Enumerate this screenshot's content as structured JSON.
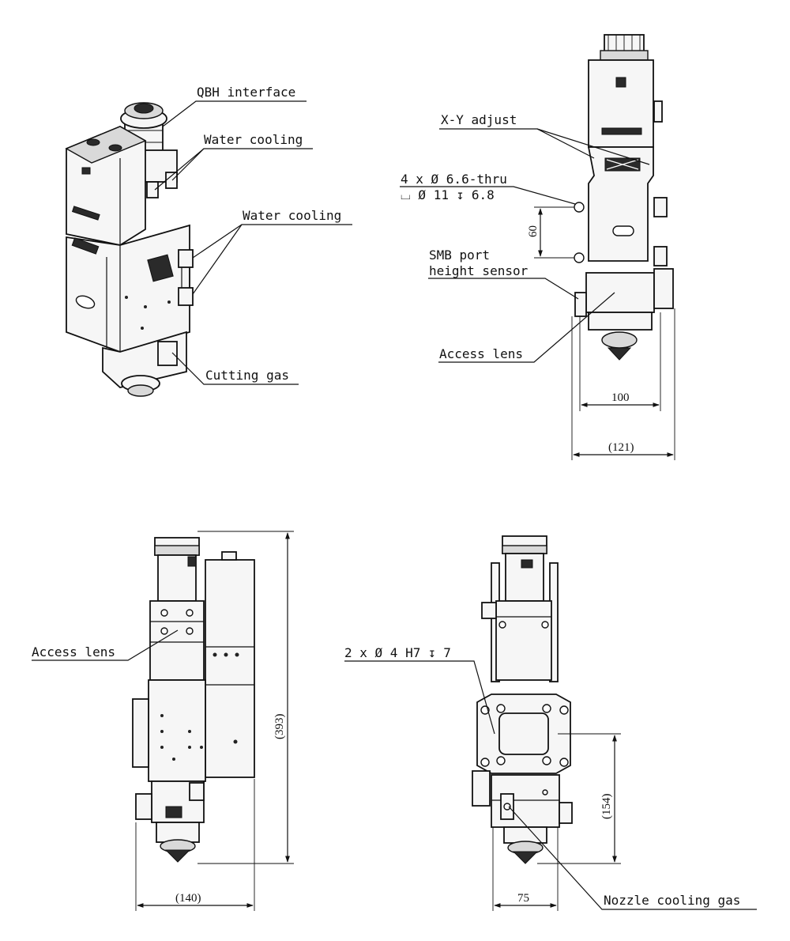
{
  "labels": {
    "qbh_interface": "QBH interface",
    "water_cooling_1": "Water cooling",
    "water_cooling_2": "Water cooling",
    "cutting_gas": "Cutting gas",
    "xy_adjust": "X-Y adjust",
    "holes_line1": "4 x Ø 6.6-thru",
    "holes_line2": "⌴ Ø 11 ↧ 6.8",
    "smb_port": "SMB port",
    "height_sensor": "height sensor",
    "access_lens_top": "Access lens",
    "access_lens_left": "Access lens",
    "pin_holes": "2 x Ø 4  H7 ↧ 7",
    "nozzle_cooling_gas": "Nozzle cooling gas"
  },
  "dimensions": {
    "d60": "60",
    "d100": "100",
    "d121": "(121)",
    "d393": "(393)",
    "d140": "(140)",
    "d154": "(154)",
    "d75": "75"
  }
}
